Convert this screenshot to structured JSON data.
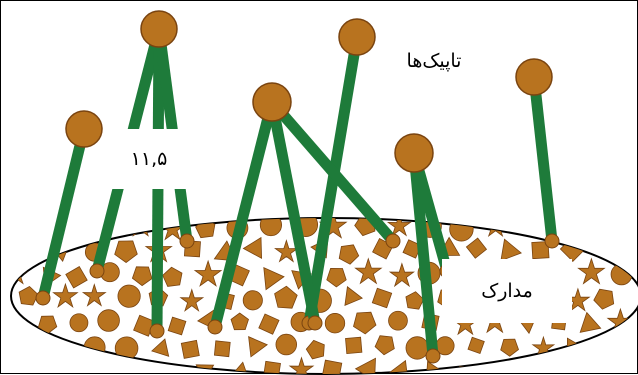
{
  "labels": {
    "topics": "تاپیک‌ها",
    "number": "۱۱,۵",
    "documents": "مدارک"
  },
  "colors": {
    "stem": "#1e7b3a",
    "node_fill": "#b8731f",
    "node_stroke": "#7a4410",
    "ellipse_outline": "#000000",
    "shape_fill": "#b8731f",
    "background": "#ffffff"
  }
}
